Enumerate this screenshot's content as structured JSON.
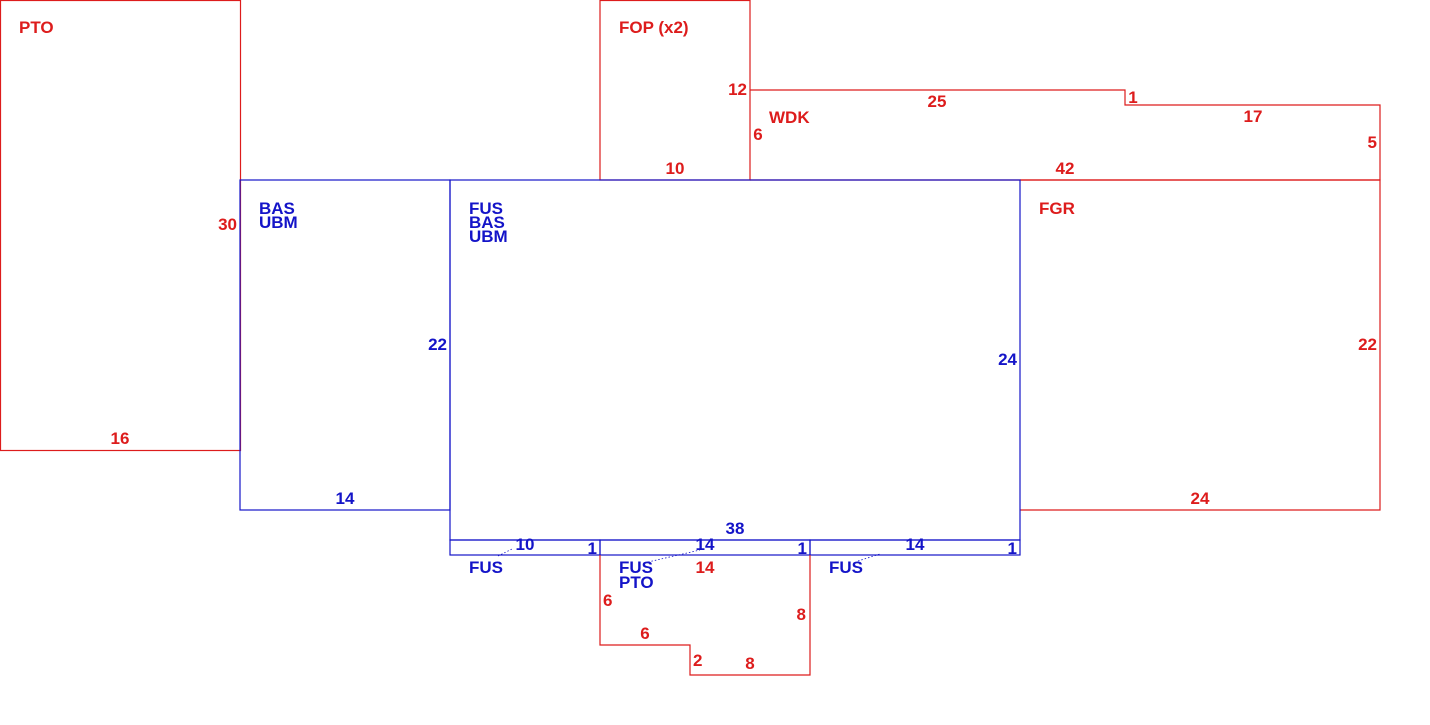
{
  "colors": {
    "red": "#dd1c1c",
    "blue": "#1414c8"
  },
  "areas": [
    {
      "id": "pto-left",
      "color": "red",
      "labels": [
        "PTO"
      ]
    },
    {
      "id": "bas-ubm-left",
      "color": "blue",
      "labels": [
        "BAS",
        "UBM"
      ]
    },
    {
      "id": "fop",
      "color": "red",
      "labels": [
        "FOP (x2)"
      ]
    },
    {
      "id": "wdk",
      "color": "red",
      "labels": [
        "WDK"
      ]
    },
    {
      "id": "fus-main",
      "color": "blue",
      "labels": [
        "FUS",
        "BAS",
        "UBM"
      ]
    },
    {
      "id": "fgr",
      "color": "red",
      "labels": [
        "FGR"
      ]
    },
    {
      "id": "fus-strip-left",
      "color": "blue",
      "labels": [
        "FUS"
      ]
    },
    {
      "id": "fus-strip-mid",
      "color": "blue",
      "labels": [
        "FUS"
      ]
    },
    {
      "id": "pto-bottom",
      "color": "red",
      "labels": [
        "PTO"
      ]
    },
    {
      "id": "fus-strip-right",
      "color": "blue",
      "labels": [
        "FUS"
      ]
    }
  ],
  "dimensions": [
    {
      "id": "pto-left-height",
      "color": "red",
      "value": "30"
    },
    {
      "id": "pto-left-width",
      "color": "red",
      "value": "16"
    },
    {
      "id": "fop-height",
      "color": "red",
      "value": "12"
    },
    {
      "id": "fop-width",
      "color": "red",
      "value": "10"
    },
    {
      "id": "wdk-top",
      "color": "red",
      "value": "25"
    },
    {
      "id": "wdk-step",
      "color": "red",
      "value": "1"
    },
    {
      "id": "wdk-top-right",
      "color": "red",
      "value": "17"
    },
    {
      "id": "wdk-left",
      "color": "red",
      "value": "6"
    },
    {
      "id": "wdk-right",
      "color": "red",
      "value": "5"
    },
    {
      "id": "wdk-bottom",
      "color": "red",
      "value": "42"
    },
    {
      "id": "bas-left-height",
      "color": "blue",
      "value": "22"
    },
    {
      "id": "bas-left-width",
      "color": "blue",
      "value": "14"
    },
    {
      "id": "fus-main-height",
      "color": "blue",
      "value": "24"
    },
    {
      "id": "fus-main-width",
      "color": "blue",
      "value": "38"
    },
    {
      "id": "fgr-height",
      "color": "red",
      "value": "22"
    },
    {
      "id": "fgr-width",
      "color": "red",
      "value": "24"
    },
    {
      "id": "strip-left-width",
      "color": "blue",
      "value": "10"
    },
    {
      "id": "strip-left-height",
      "color": "blue",
      "value": "1"
    },
    {
      "id": "strip-mid-width",
      "color": "blue",
      "value": "14"
    },
    {
      "id": "strip-mid-height",
      "color": "blue",
      "value": "1"
    },
    {
      "id": "strip-right-width",
      "color": "blue",
      "value": "14"
    },
    {
      "id": "strip-right-height",
      "color": "blue",
      "value": "1"
    },
    {
      "id": "pto-bottom-top",
      "color": "red",
      "value": "14"
    },
    {
      "id": "pto-bottom-left",
      "color": "red",
      "value": "6"
    },
    {
      "id": "pto-bottom-notch-width",
      "color": "red",
      "value": "6"
    },
    {
      "id": "pto-bottom-notch-height",
      "color": "red",
      "value": "2"
    },
    {
      "id": "pto-bottom-bottom",
      "color": "red",
      "value": "8"
    },
    {
      "id": "pto-bottom-right",
      "color": "red",
      "value": "8"
    }
  ]
}
